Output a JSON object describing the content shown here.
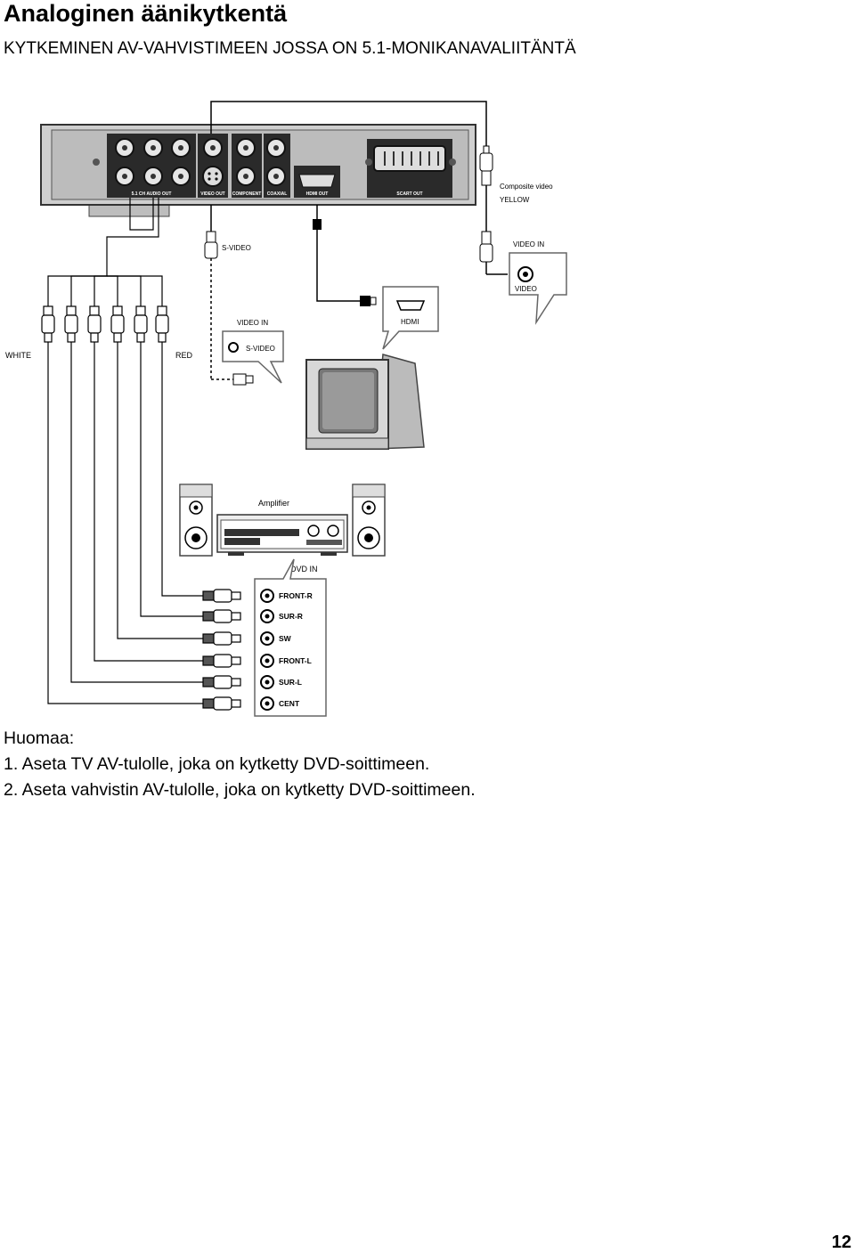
{
  "page": {
    "title": "Analoginen äänikytkentä",
    "subtitle": "KYTKEMINEN AV-VAHVISTIMEEN JOSSA ON 5.1-MONIKANAVALIITÄNTÄ",
    "page_number": "12"
  },
  "diagram": {
    "player_labels": [
      "5.1 CH AUDIO OUT",
      "VIDEO OUT",
      "COMPONENT",
      "COAXIAL",
      "HDMI OUT",
      "SCART OUT"
    ],
    "composite_video": "Composite video",
    "yellow": "YELLOW",
    "svideo_cable": "S-VIDEO",
    "tv_video_in": "VIDEO IN",
    "tv_video": "VIDEO",
    "tv_svideo_in": "VIDEO IN",
    "tv_svideo": "S-VIDEO",
    "hdmi": "HDMI",
    "white": "WHITE",
    "red": "RED",
    "amplifier": "Amplifier",
    "dvd_in": "DVD IN",
    "channels": [
      "FRONT-R",
      "SUR-R",
      "SW",
      "FRONT-L",
      "SUR-L",
      "CENT"
    ]
  },
  "notes": {
    "heading": "Huomaa:",
    "items": [
      "1. Aseta TV AV-tulolle, joka on kytketty DVD-soittimeen.",
      "2. Aseta vahvistin AV-tulolle, joka on kytketty DVD-soittimeen."
    ]
  }
}
